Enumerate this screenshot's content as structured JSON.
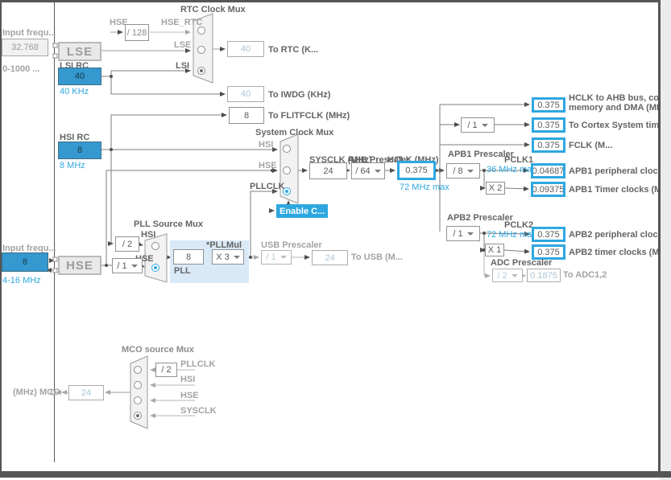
{
  "colors": {
    "accent": "#2ea7e0",
    "source_fill": "#3598ce",
    "highlight_border": "#2ea7e0",
    "frame": "#565656"
  },
  "sources": {
    "lse_input_label": "Input frequ...",
    "lse_input_value": "32.768",
    "lse_input_range": "0-1000 ...",
    "lse_label": "LSE",
    "lsi_title": "LSI RC",
    "lsi_value": "40",
    "lsi_freq": "40 KHz",
    "hsi_title": "HSI RC",
    "hsi_value": "8",
    "hsi_freq": "8 MHz",
    "hse_input_label": "Input frequ...",
    "hse_input_value": "8",
    "hse_input_range": "4-16 MHz",
    "hse_label": "HSE"
  },
  "rtc_mux": {
    "title": "RTC Clock Mux",
    "hse_stub_label": "HSE",
    "hse_divider": "/ 128",
    "input_hse_rtc": "HSE_RTC",
    "input_lse": "LSE",
    "input_lsi": "LSI",
    "to_rtc_value": "40",
    "to_rtc_label": "To RTC (K...",
    "to_iwdg_value": "40",
    "to_iwdg_label": "To IWDG (KHz)"
  },
  "flitf": {
    "value": "8",
    "label": "To FLITFCLK (MHz)"
  },
  "system_mux": {
    "title": "System Clock Mux",
    "input_hsi": "HSI",
    "input_hse": "HSE",
    "input_pllclk": "PLLCLK",
    "enable_button": "Enable C..."
  },
  "sysclk_chain": {
    "sysclk_label": "SYSCLK (MHz)",
    "sysclk_value": "24",
    "ahb_label": "AHB Prescaler",
    "ahb_value": "/ 64",
    "hclk_label": "HCLK (MHz)",
    "hclk_value": "0.375",
    "hclk_note": "72 MHz max"
  },
  "ahb_outputs": {
    "hclk_ahb": {
      "value": "0.375",
      "label_line1": "HCLK to AHB bus, core,",
      "label_line2": "memory and DMA (MHz)"
    },
    "cortex": {
      "prescaler": "/ 1",
      "value": "0.375",
      "label": "To Cortex System timer (M"
    },
    "fclk": {
      "value": "0.375",
      "label": "FCLK (M..."
    }
  },
  "apb1": {
    "prescaler_label": "APB1 Prescaler",
    "prescaler": "/ 8",
    "pclk_label": "PCLK1",
    "note": "36 MHz max",
    "peripheral_value": "0.04687",
    "peripheral_label": "APB1 peripheral clocks (M",
    "multiplier": "X 2",
    "timer_value": "0.09375",
    "timer_label": "APB1 Timer clocks (MHz)"
  },
  "apb2": {
    "prescaler_label": "APB2 Prescaler",
    "prescaler": "/ 1",
    "pclk_label": "PCLK2",
    "note": "72 MHz max",
    "peripheral_value": "0.375",
    "peripheral_label": "APB2 peripheral clocks (M",
    "multiplier": "X 1",
    "timer_value": "0.375",
    "timer_label": "APB2 timer clocks (MHz)"
  },
  "adc": {
    "prescaler_label": "ADC Prescaler",
    "prescaler": "/ 2",
    "value": "0.1875",
    "label": "To ADC1,2"
  },
  "pll": {
    "title": "PLL Source Mux",
    "hsi_div": "/ 2",
    "input_hsi": "HSI",
    "input_hse": "HSE",
    "hse_prediv": "/ 1",
    "block_label": "PLL",
    "input_value": "8",
    "mul_label": "*PLLMul",
    "mul_value": "X 3"
  },
  "usb": {
    "title": "USB Prescaler",
    "prescaler": "/ 1",
    "value": "24",
    "label": "To USB (M..."
  },
  "mco": {
    "title": "MCO source Mux",
    "pll_div": "/ 2",
    "input_pllclk": "PLLCLK",
    "input_hsi": "HSI",
    "input_hse": "HSE",
    "input_sysclk": "SYSCLK",
    "value": "24",
    "label": "(MHz) MCO"
  }
}
